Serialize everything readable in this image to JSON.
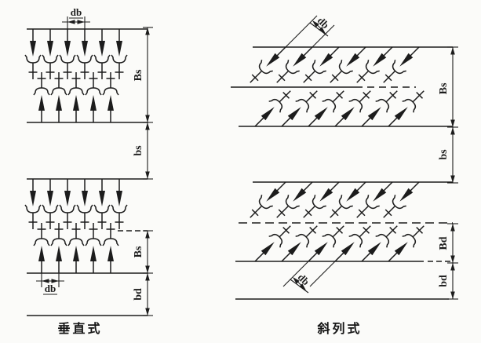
{
  "colors": {
    "ink": "#1c1c1c",
    "paper": "#fbfbf9"
  },
  "left_diagram": {
    "caption": "垂直式",
    "labels": {
      "db_top": "db",
      "Bs_upper": "Bs",
      "bs_middle": "bs",
      "Bs_lower": "Bs",
      "db_bottom": "db",
      "bd_bottom": "bd"
    }
  },
  "right_diagram": {
    "caption": "斜列式",
    "labels": {
      "db_top": "db",
      "Bs_upper": "Bs",
      "bs_middle": "bs",
      "Bd_lower": "Bd",
      "bd_bottom": "bd",
      "db_bottom": "db"
    }
  }
}
